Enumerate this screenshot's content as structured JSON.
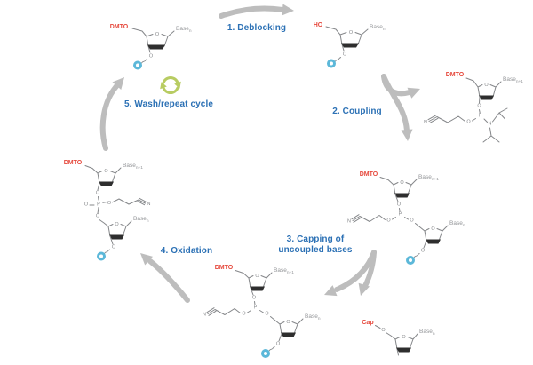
{
  "steps": {
    "deblocking": "1. Deblocking",
    "coupling": "2. Coupling",
    "capping_line1": "3. Capping of",
    "capping_line2": "uncoupled bases",
    "oxidation": "4. Oxidation",
    "wash_repeat": "5. Wash/repeat cycle"
  },
  "molecules": {
    "support_nucleoside_dmt": {
      "head": "DMTO",
      "base": "Base",
      "base_sub": "n"
    },
    "support_nucleoside_oh": {
      "head": "HO",
      "base": "Base",
      "base_sub": "n"
    },
    "phosphoramidite": {
      "head": "DMTO",
      "base": "Base",
      "base_sub": "n+1"
    },
    "coupled_phosphite": {
      "head": "DMTO",
      "base_top": "Base",
      "base_top_sub": "n+1",
      "base_bottom": "Base",
      "base_bottom_sub": "n"
    },
    "phosphite_before_oxidation": {
      "head": "DMTO",
      "base_top": "Base",
      "base_top_sub": "n+1",
      "base_bottom": "Base",
      "base_bottom_sub": "n"
    },
    "oxidized_phosphate": {
      "head": "DMTO",
      "base_top": "Base",
      "base_top_sub": "n+1",
      "base_bottom": "Base",
      "base_bottom_sub": "n"
    },
    "capped_failure": {
      "head": "Cap",
      "base": "Base",
      "base_sub": "n"
    }
  },
  "atoms": {
    "oxygen": "O",
    "phosphorus": "P",
    "nitrogen": "N"
  },
  "colors": {
    "step_text": "#2c71b5",
    "substituent_red": "#e6493d",
    "arrow_gray": "#bdbdbd",
    "bond_gray": "#85878a",
    "bead_blue": "#5cb8d9",
    "recycle_green": "#b8cc62"
  }
}
